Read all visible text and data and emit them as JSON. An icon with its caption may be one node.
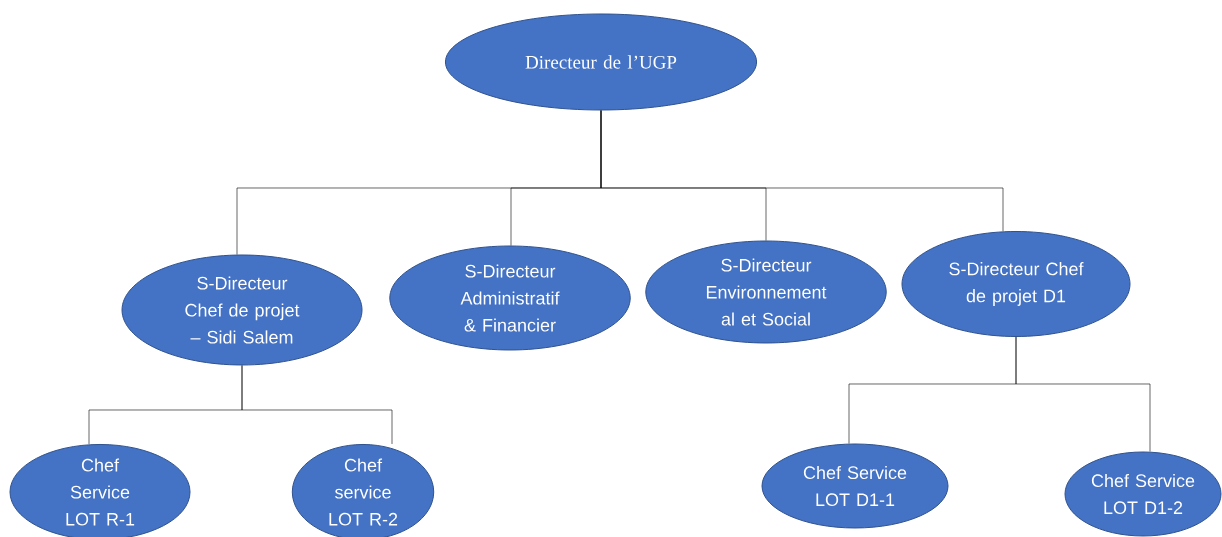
{
  "diagram": {
    "nodes": [
      {
        "text": [
          "Directeur de l’UGP"
        ]
      },
      {
        "text": [
          "S-Directeur Chef de projet – Sidi Salem"
        ]
      },
      {
        "text": [
          "S-Directeur Administratif & Financier"
        ]
      },
      {
        "text": [
          "S-Directeur Environnement al et Social"
        ]
      },
      {
        "text": [
          "S-Directeur Chef de projet D1"
        ]
      },
      {
        "text": [
          "Chef Service LOT R-1"
        ]
      },
      {
        "text": [
          "Chef service LOT R-2"
        ]
      },
      {
        "text": [
          "Chef Service LOT D1-1"
        ]
      },
      {
        "text": [
          "Chef Service LOT D1-2"
        ]
      }
    ],
    "edges": [
      {
        "from": 0,
        "to": 1,
        "arrow": "none"
      },
      {
        "from": 0,
        "to": 2,
        "arrow": "none"
      },
      {
        "from": 0,
        "to": 3,
        "arrow": "none"
      },
      {
        "from": 0,
        "to": 4,
        "arrow": "none"
      },
      {
        "from": 1,
        "to": 5,
        "arrow": "none"
      },
      {
        "from": 1,
        "to": 6,
        "arrow": "none"
      },
      {
        "from": 4,
        "to": 7,
        "arrow": "none"
      },
      {
        "from": 4,
        "to": 8,
        "arrow": "none"
      }
    ]
  }
}
